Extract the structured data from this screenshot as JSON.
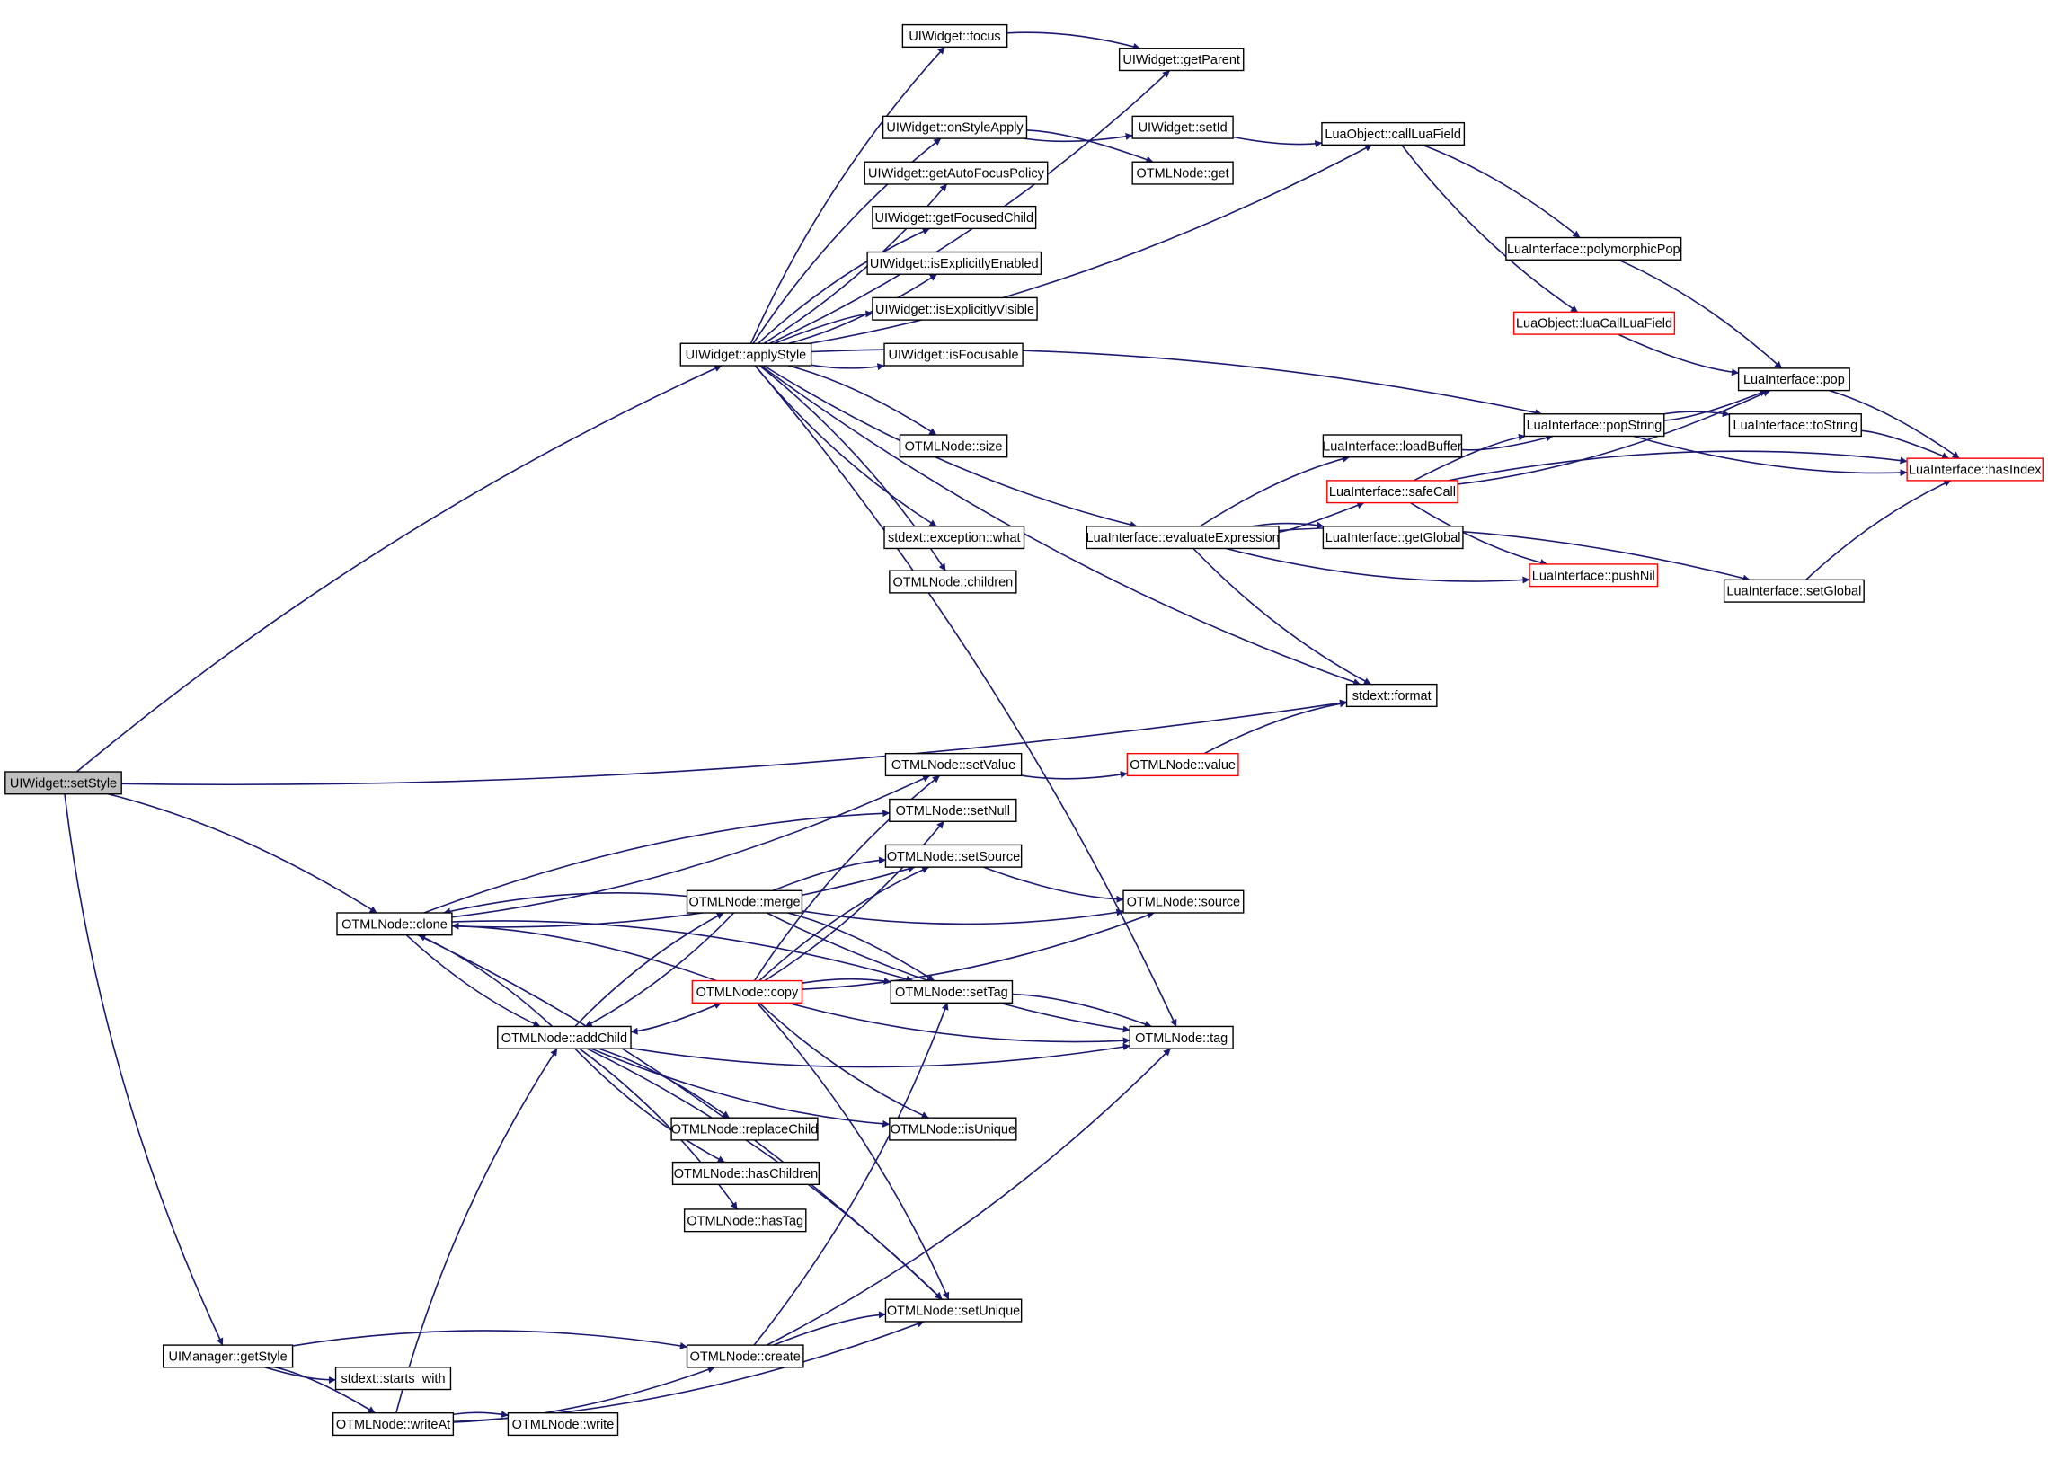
{
  "graph": {
    "nodes": [
      {
        "id": "setStyle",
        "label": "UIWidget::setStyle",
        "style": "root"
      },
      {
        "id": "applyStyle",
        "label": "UIWidget::applyStyle"
      },
      {
        "id": "focus",
        "label": "UIWidget::focus"
      },
      {
        "id": "getParent",
        "label": "UIWidget::getParent"
      },
      {
        "id": "onStyleApply",
        "label": "UIWidget::onStyleApply"
      },
      {
        "id": "setId",
        "label": "UIWidget::setId"
      },
      {
        "id": "callLuaField",
        "label": "LuaObject::callLuaField"
      },
      {
        "id": "getAutoFocusPolicy",
        "label": "UIWidget::getAutoFocusPolicy"
      },
      {
        "id": "get",
        "label": "OTMLNode::get"
      },
      {
        "id": "getFocusedChild",
        "label": "UIWidget::getFocusedChild"
      },
      {
        "id": "polymorphicPop",
        "label": "LuaInterface::polymorphicPop"
      },
      {
        "id": "isExplicitlyEnabled",
        "label": "UIWidget::isExplicitlyEnabled"
      },
      {
        "id": "luaCallLuaField",
        "label": "LuaObject::luaCallLuaField",
        "style": "red"
      },
      {
        "id": "isExplicitlyVisible",
        "label": "UIWidget::isExplicitlyVisible"
      },
      {
        "id": "isFocusable",
        "label": "UIWidget::isFocusable"
      },
      {
        "id": "pop",
        "label": "LuaInterface::pop"
      },
      {
        "id": "popString",
        "label": "LuaInterface::popString"
      },
      {
        "id": "toString",
        "label": "LuaInterface::toString"
      },
      {
        "id": "size",
        "label": "OTMLNode::size"
      },
      {
        "id": "loadBuffer",
        "label": "LuaInterface::loadBuffer"
      },
      {
        "id": "hasIndex",
        "label": "LuaInterface::hasIndex",
        "style": "red"
      },
      {
        "id": "safeCall",
        "label": "LuaInterface::safeCall",
        "style": "red"
      },
      {
        "id": "what",
        "label": "stdext::exception::what"
      },
      {
        "id": "evaluateExpression",
        "label": "LuaInterface::evaluateExpression"
      },
      {
        "id": "getGlobal",
        "label": "LuaInterface::getGlobal"
      },
      {
        "id": "children",
        "label": "OTMLNode::children"
      },
      {
        "id": "pushNil",
        "label": "LuaInterface::pushNil",
        "style": "red"
      },
      {
        "id": "setGlobal",
        "label": "LuaInterface::setGlobal"
      },
      {
        "id": "format",
        "label": "stdext::format"
      },
      {
        "id": "setValue",
        "label": "OTMLNode::setValue"
      },
      {
        "id": "value",
        "label": "OTMLNode::value",
        "style": "red"
      },
      {
        "id": "setNull",
        "label": "OTMLNode::setNull"
      },
      {
        "id": "setSource",
        "label": "OTMLNode::setSource"
      },
      {
        "id": "merge",
        "label": "OTMLNode::merge"
      },
      {
        "id": "source",
        "label": "OTMLNode::source"
      },
      {
        "id": "clone",
        "label": "OTMLNode::clone"
      },
      {
        "id": "copy",
        "label": "OTMLNode::copy",
        "style": "red"
      },
      {
        "id": "setTag",
        "label": "OTMLNode::setTag"
      },
      {
        "id": "addChild",
        "label": "OTMLNode::addChild"
      },
      {
        "id": "tag",
        "label": "OTMLNode::tag"
      },
      {
        "id": "replaceChild",
        "label": "OTMLNode::replaceChild"
      },
      {
        "id": "isUnique",
        "label": "OTMLNode::isUnique"
      },
      {
        "id": "hasChildren",
        "label": "OTMLNode::hasChildren"
      },
      {
        "id": "hasTag",
        "label": "OTMLNode::hasTag"
      },
      {
        "id": "setUnique",
        "label": "OTMLNode::setUnique"
      },
      {
        "id": "getStyle",
        "label": "UIManager::getStyle"
      },
      {
        "id": "create",
        "label": "OTMLNode::create"
      },
      {
        "id": "starts_with",
        "label": "stdext::starts_with"
      },
      {
        "id": "writeAt",
        "label": "OTMLNode::writeAt"
      },
      {
        "id": "write",
        "label": "OTMLNode::write"
      }
    ],
    "edges": [
      [
        "setStyle",
        "applyStyle"
      ],
      [
        "setStyle",
        "format"
      ],
      [
        "setStyle",
        "clone"
      ],
      [
        "setStyle",
        "getStyle"
      ],
      [
        "applyStyle",
        "focus"
      ],
      [
        "applyStyle",
        "getParent"
      ],
      [
        "applyStyle",
        "onStyleApply"
      ],
      [
        "applyStyle",
        "getAutoFocusPolicy"
      ],
      [
        "applyStyle",
        "getFocusedChild"
      ],
      [
        "applyStyle",
        "isExplicitlyEnabled"
      ],
      [
        "applyStyle",
        "isExplicitlyVisible"
      ],
      [
        "applyStyle",
        "isFocusable"
      ],
      [
        "applyStyle",
        "size"
      ],
      [
        "applyStyle",
        "what"
      ],
      [
        "applyStyle",
        "children"
      ],
      [
        "applyStyle",
        "evaluateExpression"
      ],
      [
        "applyStyle",
        "popString"
      ],
      [
        "applyStyle",
        "format"
      ],
      [
        "applyStyle",
        "tag"
      ],
      [
        "applyStyle",
        "callLuaField"
      ],
      [
        "focus",
        "getParent"
      ],
      [
        "onStyleApply",
        "setId"
      ],
      [
        "onStyleApply",
        "get"
      ],
      [
        "setId",
        "callLuaField"
      ],
      [
        "callLuaField",
        "polymorphicPop"
      ],
      [
        "callLuaField",
        "luaCallLuaField"
      ],
      [
        "polymorphicPop",
        "pop"
      ],
      [
        "luaCallLuaField",
        "pop"
      ],
      [
        "pop",
        "hasIndex"
      ],
      [
        "popString",
        "pop"
      ],
      [
        "popString",
        "toString"
      ],
      [
        "popString",
        "hasIndex"
      ],
      [
        "toString",
        "hasIndex"
      ],
      [
        "loadBuffer",
        "popString"
      ],
      [
        "safeCall",
        "popString"
      ],
      [
        "safeCall",
        "pop"
      ],
      [
        "safeCall",
        "hasIndex"
      ],
      [
        "safeCall",
        "pushNil"
      ],
      [
        "evaluateExpression",
        "loadBuffer"
      ],
      [
        "evaluateExpression",
        "safeCall"
      ],
      [
        "evaluateExpression",
        "getGlobal"
      ],
      [
        "evaluateExpression",
        "pushNil"
      ],
      [
        "evaluateExpression",
        "setGlobal"
      ],
      [
        "evaluateExpression",
        "format"
      ],
      [
        "setGlobal",
        "hasIndex"
      ],
      [
        "setValue",
        "value"
      ],
      [
        "value",
        "format"
      ],
      [
        "clone",
        "setValue"
      ],
      [
        "clone",
        "setNull"
      ],
      [
        "clone",
        "setSource"
      ],
      [
        "clone",
        "setTag"
      ],
      [
        "clone",
        "addChild"
      ],
      [
        "clone",
        "setUnique"
      ],
      [
        "merge",
        "clone"
      ],
      [
        "merge",
        "setSource"
      ],
      [
        "merge",
        "source"
      ],
      [
        "merge",
        "setTag"
      ],
      [
        "merge",
        "tag"
      ],
      [
        "merge",
        "addChild"
      ],
      [
        "copy",
        "clone"
      ],
      [
        "copy",
        "setValue"
      ],
      [
        "copy",
        "setNull"
      ],
      [
        "copy",
        "setSource"
      ],
      [
        "copy",
        "source"
      ],
      [
        "copy",
        "setTag"
      ],
      [
        "copy",
        "tag"
      ],
      [
        "copy",
        "addChild"
      ],
      [
        "copy",
        "isUnique"
      ],
      [
        "copy",
        "setUnique"
      ],
      [
        "setSource",
        "source"
      ],
      [
        "setTag",
        "tag"
      ],
      [
        "addChild",
        "clone"
      ],
      [
        "addChild",
        "merge"
      ],
      [
        "addChild",
        "copy"
      ],
      [
        "addChild",
        "replaceChild"
      ],
      [
        "addChild",
        "hasChildren"
      ],
      [
        "addChild",
        "hasTag"
      ],
      [
        "addChild",
        "isUnique"
      ],
      [
        "addChild",
        "setUnique"
      ],
      [
        "addChild",
        "tag"
      ],
      [
        "getStyle",
        "create"
      ],
      [
        "getStyle",
        "starts_with"
      ],
      [
        "getStyle",
        "writeAt"
      ],
      [
        "create",
        "setTag"
      ],
      [
        "create",
        "setUnique"
      ],
      [
        "create",
        "tag"
      ],
      [
        "writeAt",
        "addChild"
      ],
      [
        "writeAt",
        "create"
      ],
      [
        "writeAt",
        "write"
      ],
      [
        "writeAt",
        "setUnique"
      ]
    ]
  }
}
